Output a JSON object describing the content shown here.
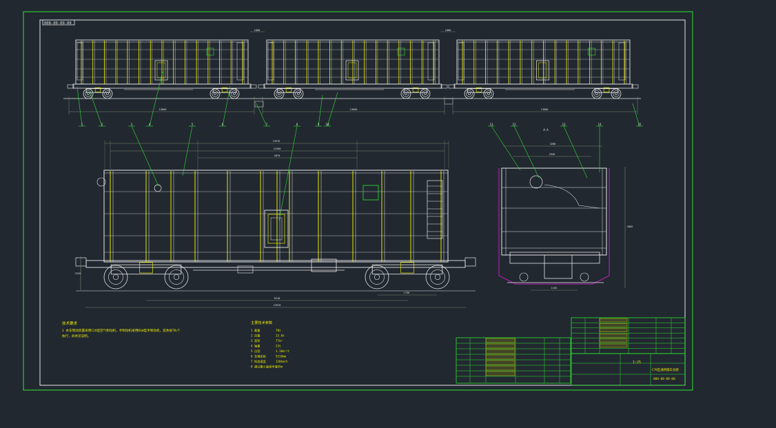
{
  "drawing": {
    "code_tag": "008-00-00-00",
    "colors": {
      "background": "#212830",
      "frame": "#2fe62f",
      "body": "#e8e8e8",
      "stanchion": "#e8e800",
      "leader": "#2fe62f",
      "dimension": "#7a8a70",
      "sideview_outline": "#c020c0",
      "table_line": "#2fe62f"
    },
    "balloons": [
      "1",
      "2",
      "3",
      "4",
      "5",
      "6",
      "7",
      "8",
      "9",
      "10",
      "11",
      "12",
      "13",
      "14",
      "15"
    ],
    "dimensions": {
      "top_gap_1": "1000",
      "top_gap_2": "1000",
      "top_len_1": "13600",
      "top_len_2": "13600",
      "top_len_3": "13600",
      "front_overall": "13976",
      "front_inner": "12500",
      "front_top": "4870",
      "front_bogie": "9210",
      "front_wheelbase": "1750",
      "front_height": "3155",
      "side_width": "3200",
      "side_inner": "2950",
      "side_gauge": "1435",
      "side_height": "3085"
    },
    "view_labels": {
      "top_note": "",
      "side_sec": "A-A"
    },
    "notes": {
      "title": "技术要求",
      "lines": [
        "1 本车制动装置采用120型空气制动机，手制动机采用NSW型手制动机，其余按TB/T",
        "执行，具体见说明。"
      ]
    },
    "params": {
      "title": "主要技术参数",
      "rows": [
        {
          "k": "1 载重",
          "v": "70t"
        },
        {
          "k": "2 自重",
          "v": "23.8t"
        },
        {
          "k": "3 容积",
          "v": "77m³"
        },
        {
          "k": "4 轴重",
          "v": "23t"
        },
        {
          "k": "5 比容",
          "v": "1.10m³/t"
        },
        {
          "k": "6 车辆定距",
          "v": "9210mm"
        },
        {
          "k": "7 构造速度",
          "v": "120km/h"
        },
        {
          "k": "8 通过最小曲线半径",
          "v": "145m"
        }
      ]
    },
    "title_block": {
      "name": "C70型通用敞车总图",
      "drawing_no": "008-00-00-00",
      "scale": "1:25"
    }
  }
}
